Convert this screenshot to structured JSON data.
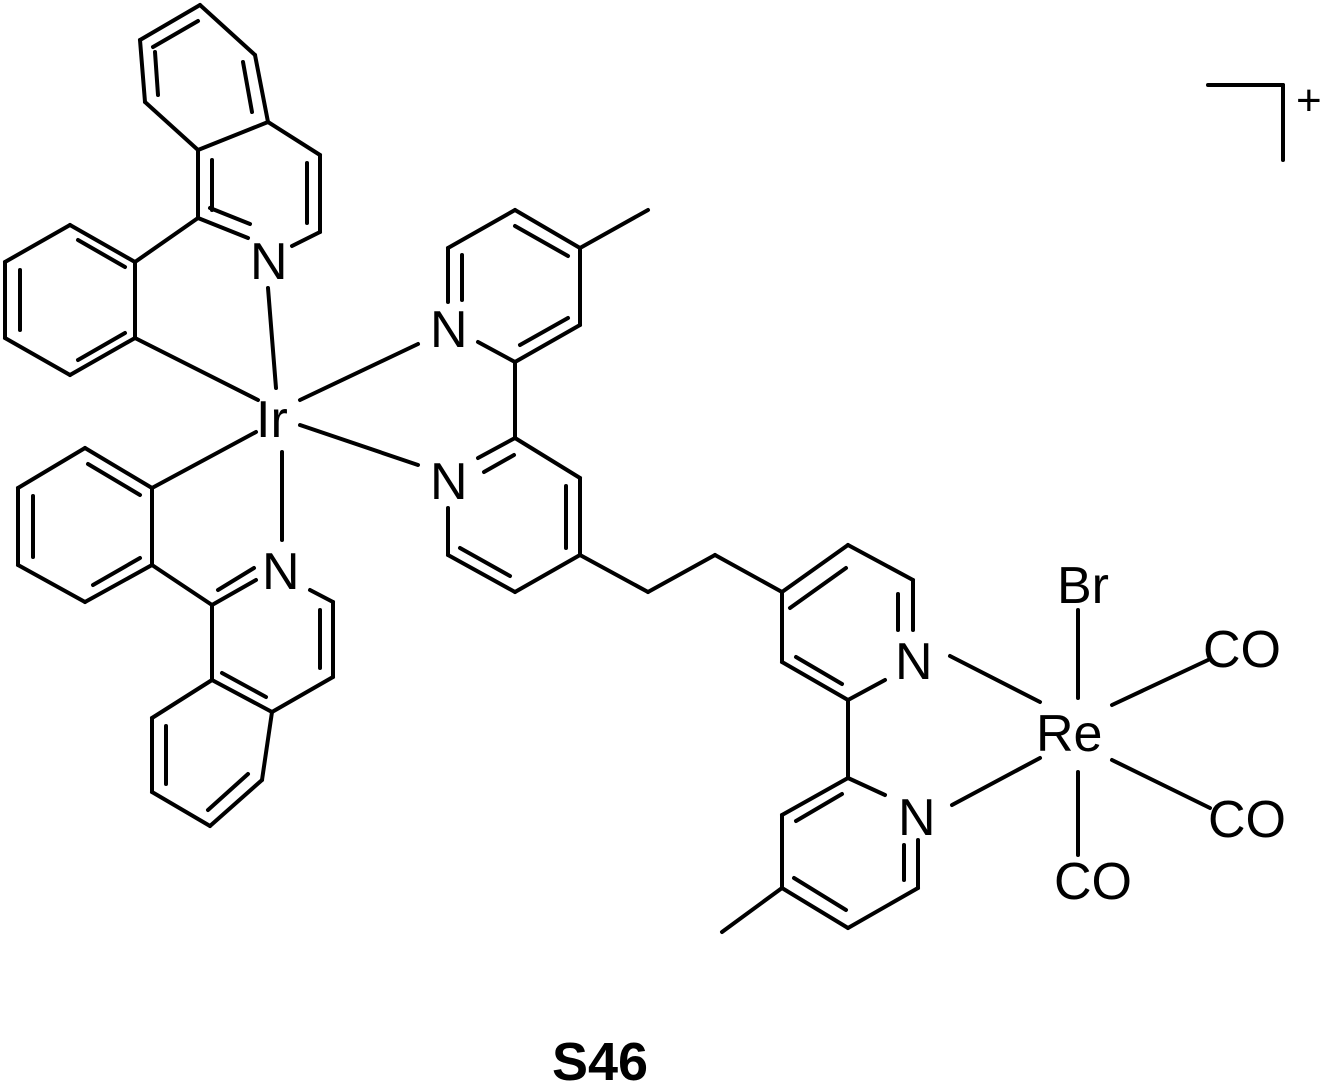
{
  "compound": {
    "label": "S46",
    "charge": "+"
  },
  "atoms": {
    "iridium": "Ir",
    "rhenium": "Re",
    "nitrogen": "N",
    "bromine": "Br",
    "carbonyl": "CO"
  },
  "colors": {
    "ink": "#000000",
    "background": "#ffffff"
  }
}
